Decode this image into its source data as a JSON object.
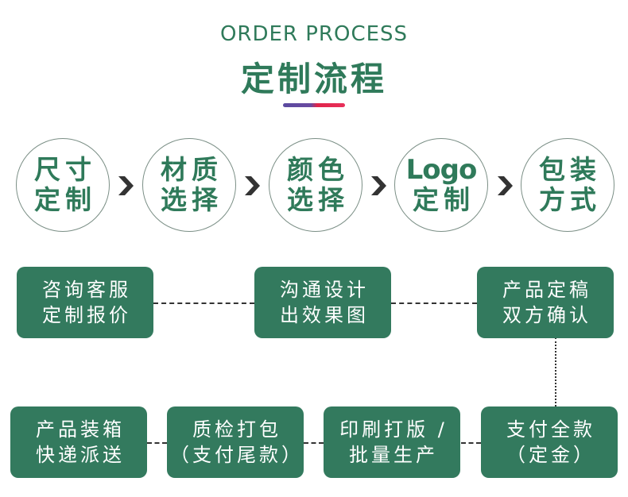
{
  "header": {
    "subtitle": "ORDER PROCESS",
    "title": "定制流程"
  },
  "colors": {
    "primary_green": "#2f7a5a",
    "box_green": "#337a5e",
    "connector": "#333333",
    "underline_left": "#5a4aa0",
    "underline_right": "#e0244a"
  },
  "steps": [
    {
      "line1": "尺寸",
      "line2": "定制"
    },
    {
      "line1": "材质",
      "line2": "选择"
    },
    {
      "line1": "颜色",
      "line2": "选择"
    },
    {
      "line1": "Logo",
      "line2": "定制"
    },
    {
      "line1": "包装",
      "line2": "方式"
    }
  ],
  "process": [
    {
      "line1": "咨询客服",
      "line2": "定制报价"
    },
    {
      "line1": "沟通设计",
      "line2": "出效果图"
    },
    {
      "line1": "产品定稿",
      "line2": "双方确认"
    },
    {
      "line1": "支付全款",
      "line2": "（定金）"
    },
    {
      "line1": "印刷打版 /",
      "line2": "批量生产"
    },
    {
      "line1": "质检打包",
      "line2": "（支付尾款）"
    },
    {
      "line1": "产品装箱",
      "line2": "快递派送"
    }
  ]
}
